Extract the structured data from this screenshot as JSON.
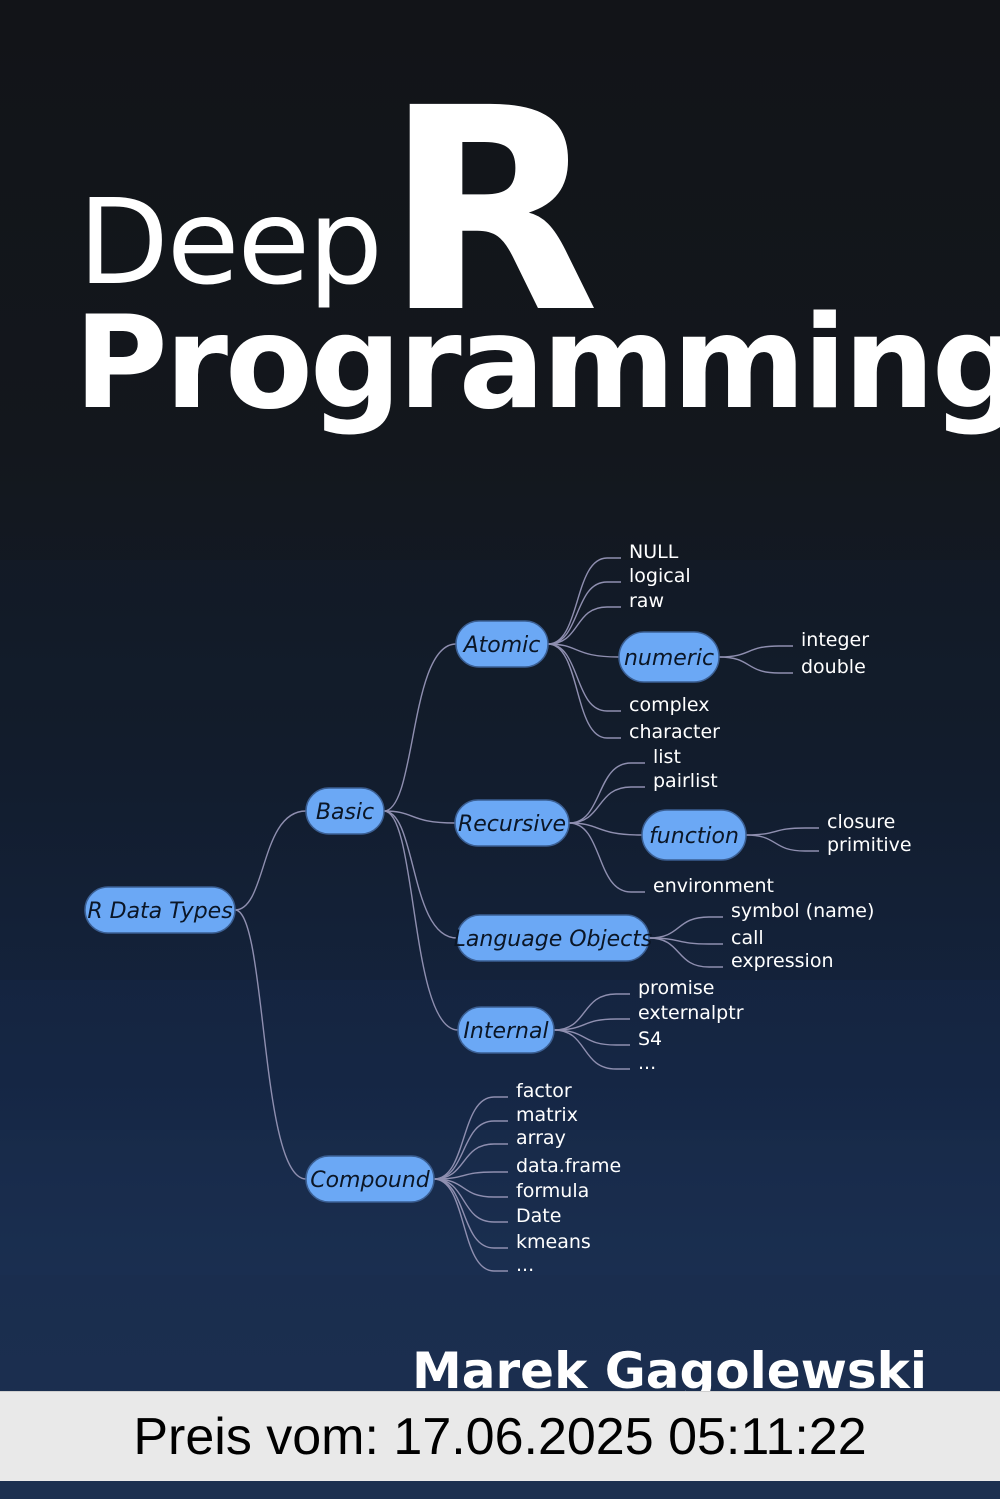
{
  "cover": {
    "title_deep": "Deep",
    "title_r": "R",
    "title_programming": "Programming",
    "author": "Marek Gagolewski",
    "colors": {
      "node_fill": "#6ba8f5",
      "node_stroke": "#3b5f93",
      "edge": "#8f8fb0",
      "leaf_text": "#ffffff",
      "title_text": "#ffffff"
    }
  },
  "mindmap": {
    "nodes": [
      {
        "id": "root",
        "label": "R Data Types"
      },
      {
        "id": "basic",
        "label": "Basic"
      },
      {
        "id": "compound",
        "label": "Compound"
      },
      {
        "id": "atomic",
        "label": "Atomic"
      },
      {
        "id": "recursive",
        "label": "Recursive"
      },
      {
        "id": "language",
        "label": "Language Objects"
      },
      {
        "id": "internal",
        "label": "Internal"
      },
      {
        "id": "numeric",
        "label": "numeric"
      },
      {
        "id": "function",
        "label": "function"
      }
    ],
    "leaves": [
      {
        "id": "null",
        "label": "NULL"
      },
      {
        "id": "logical",
        "label": "logical"
      },
      {
        "id": "raw",
        "label": "raw"
      },
      {
        "id": "complex",
        "label": "complex"
      },
      {
        "id": "character",
        "label": "character"
      },
      {
        "id": "integer",
        "label": "integer"
      },
      {
        "id": "double",
        "label": "double"
      },
      {
        "id": "list",
        "label": "list"
      },
      {
        "id": "pairlist",
        "label": "pairlist"
      },
      {
        "id": "environment",
        "label": "environment"
      },
      {
        "id": "closure",
        "label": "closure"
      },
      {
        "id": "primitive",
        "label": "primitive"
      },
      {
        "id": "symbol",
        "label": "symbol (name)"
      },
      {
        "id": "call",
        "label": "call"
      },
      {
        "id": "expression",
        "label": "expression"
      },
      {
        "id": "promise",
        "label": "promise"
      },
      {
        "id": "externalptr",
        "label": "externalptr"
      },
      {
        "id": "s4",
        "label": "S4"
      },
      {
        "id": "internal_more",
        "label": "..."
      },
      {
        "id": "factor",
        "label": "factor"
      },
      {
        "id": "matrix",
        "label": "matrix"
      },
      {
        "id": "array",
        "label": "array"
      },
      {
        "id": "dataframe",
        "label": "data.frame"
      },
      {
        "id": "formula",
        "label": "formula"
      },
      {
        "id": "date",
        "label": "Date"
      },
      {
        "id": "kmeans",
        "label": "kmeans"
      },
      {
        "id": "compound_more",
        "label": "..."
      }
    ],
    "edges": [
      [
        "root",
        "basic"
      ],
      [
        "root",
        "compound"
      ],
      [
        "basic",
        "atomic"
      ],
      [
        "basic",
        "recursive"
      ],
      [
        "basic",
        "language"
      ],
      [
        "basic",
        "internal"
      ],
      [
        "atomic",
        "null"
      ],
      [
        "atomic",
        "logical"
      ],
      [
        "atomic",
        "raw"
      ],
      [
        "atomic",
        "numeric"
      ],
      [
        "atomic",
        "complex"
      ],
      [
        "atomic",
        "character"
      ],
      [
        "numeric",
        "integer"
      ],
      [
        "numeric",
        "double"
      ],
      [
        "recursive",
        "list"
      ],
      [
        "recursive",
        "pairlist"
      ],
      [
        "recursive",
        "function"
      ],
      [
        "recursive",
        "environment"
      ],
      [
        "function",
        "closure"
      ],
      [
        "function",
        "primitive"
      ],
      [
        "language",
        "symbol"
      ],
      [
        "language",
        "call"
      ],
      [
        "language",
        "expression"
      ],
      [
        "internal",
        "promise"
      ],
      [
        "internal",
        "externalptr"
      ],
      [
        "internal",
        "s4"
      ],
      [
        "internal",
        "internal_more"
      ],
      [
        "compound",
        "factor"
      ],
      [
        "compound",
        "matrix"
      ],
      [
        "compound",
        "array"
      ],
      [
        "compound",
        "dataframe"
      ],
      [
        "compound",
        "formula"
      ],
      [
        "compound",
        "date"
      ],
      [
        "compound",
        "kmeans"
      ],
      [
        "compound",
        "compound_more"
      ]
    ]
  },
  "price_overlay": {
    "text": "Preis vom: 17.06.2025 05:11:22"
  }
}
